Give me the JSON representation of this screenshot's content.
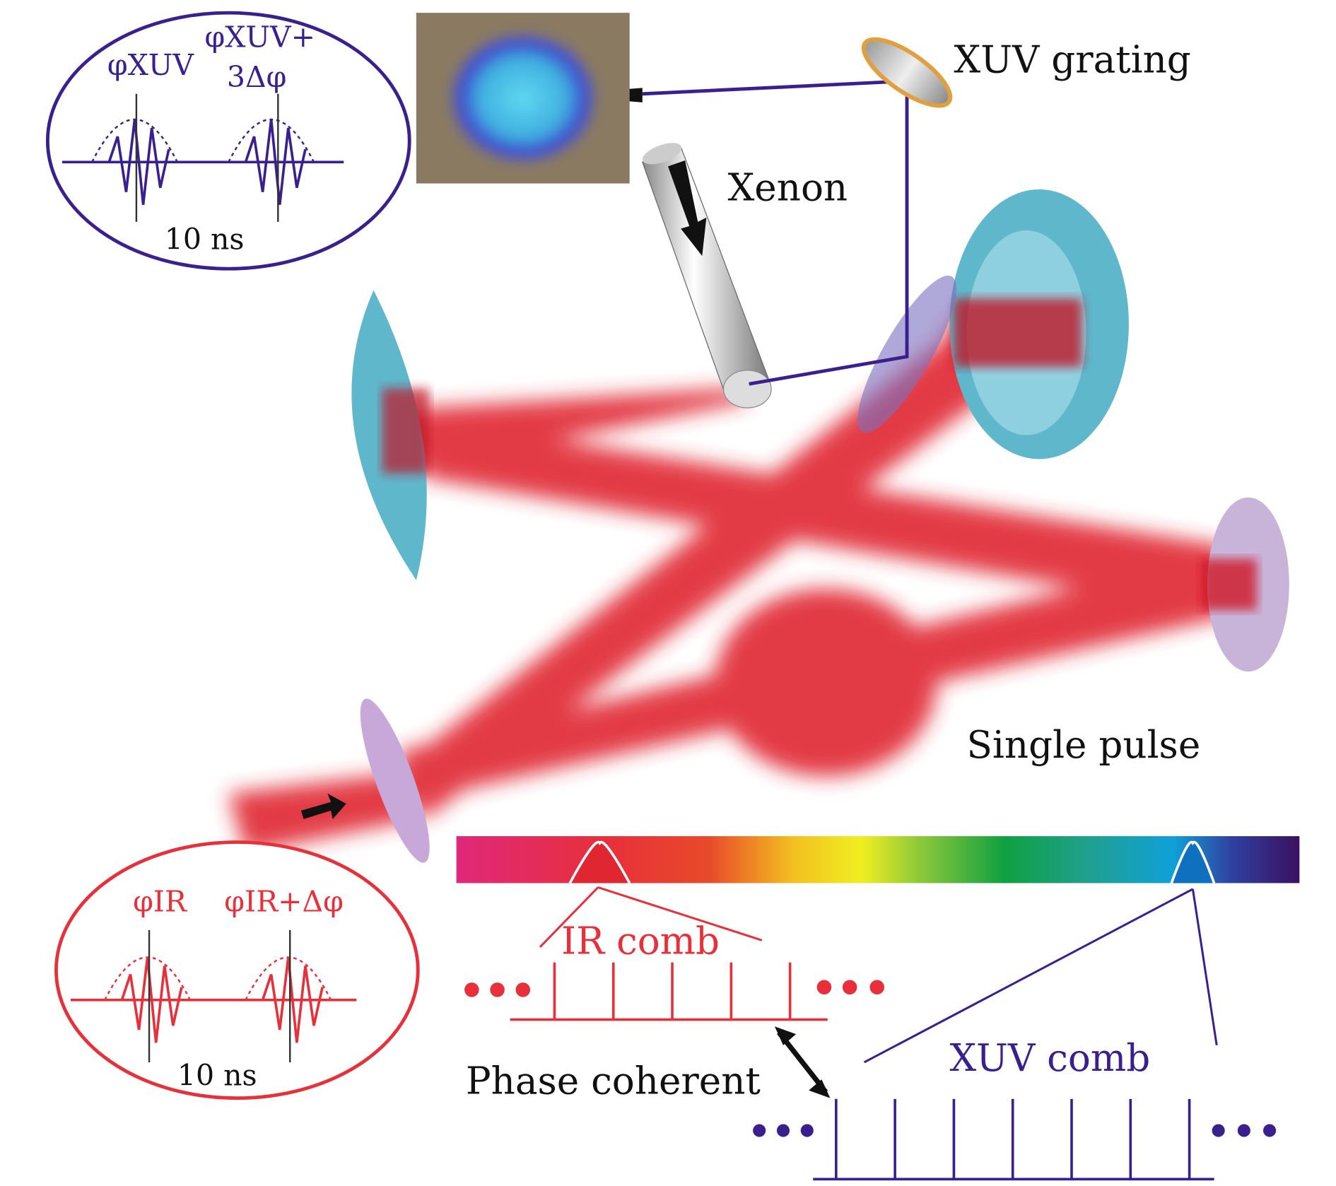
{
  "labels": {
    "xuv_grating": "XUV grating",
    "xenon": "Xenon",
    "single_pulse": "Single pulse",
    "ir_comb": "IR comb",
    "xuv_comb": "XUV comb",
    "phase_coherent": "Phase coherent"
  },
  "xuv_inset": {
    "phase1": "φXUV",
    "phase2": "φXUV+",
    "phase2b": "3Δφ",
    "spacing": "10 ns"
  },
  "ir_inset": {
    "phase1": "φIR",
    "phase2": "φIR+Δφ",
    "spacing": "10 ns"
  },
  "colors": {
    "ir": "#e8303a",
    "xuv": "#3a1f8f",
    "optic": "#5fb7cc",
    "beam": "#e02630"
  }
}
